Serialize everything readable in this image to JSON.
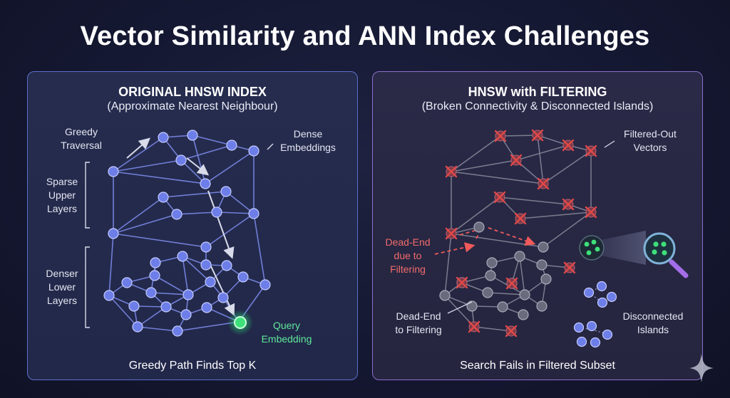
{
  "title": "Vector Similarity and ANN Index Challenges",
  "left_panel": {
    "title": "ORIGINAL HNSW INDEX",
    "subtitle": "(Approximate Nearest Neighbour)",
    "caption": "Greedy Path Finds Top K",
    "labels": {
      "greedy_traversal": [
        "Greedy",
        "Traversal"
      ],
      "dense_embeddings": [
        "Dense",
        "Embeddings"
      ],
      "sparse_upper_layers": [
        "Sparse",
        "Upper",
        "Layers"
      ],
      "denser_lower_layers": [
        "Denser",
        "Lower",
        "Layers"
      ],
      "query_embedding": [
        "Query",
        "Embedding"
      ]
    }
  },
  "right_panel": {
    "title": "HNSW with FILTERING",
    "subtitle": "(Broken Connectivity & Disconnected Islands)",
    "caption": "Search Fails in Filtered Subset",
    "labels": {
      "filtered_out_vectors": [
        "Filtered-Out",
        "Vectors"
      ],
      "dead_end_filtering_red": [
        "Dead-End",
        "due to",
        "Filtering"
      ],
      "dead_end_filtering": [
        "Dead-End",
        "to Filtering"
      ],
      "disconnected_islands": [
        "Disconnected",
        "Islands"
      ]
    }
  },
  "colors": {
    "node_blue": "#6e7ee8",
    "edge_blue": "#7f8ef0",
    "node_gray": "#6a6c7e",
    "edge_gray": "#8a8c9c",
    "filter_red": "#e04848",
    "query_green": "#3ee07a",
    "left_border": "#5b6fc9",
    "right_border": "#8a6fc9"
  }
}
